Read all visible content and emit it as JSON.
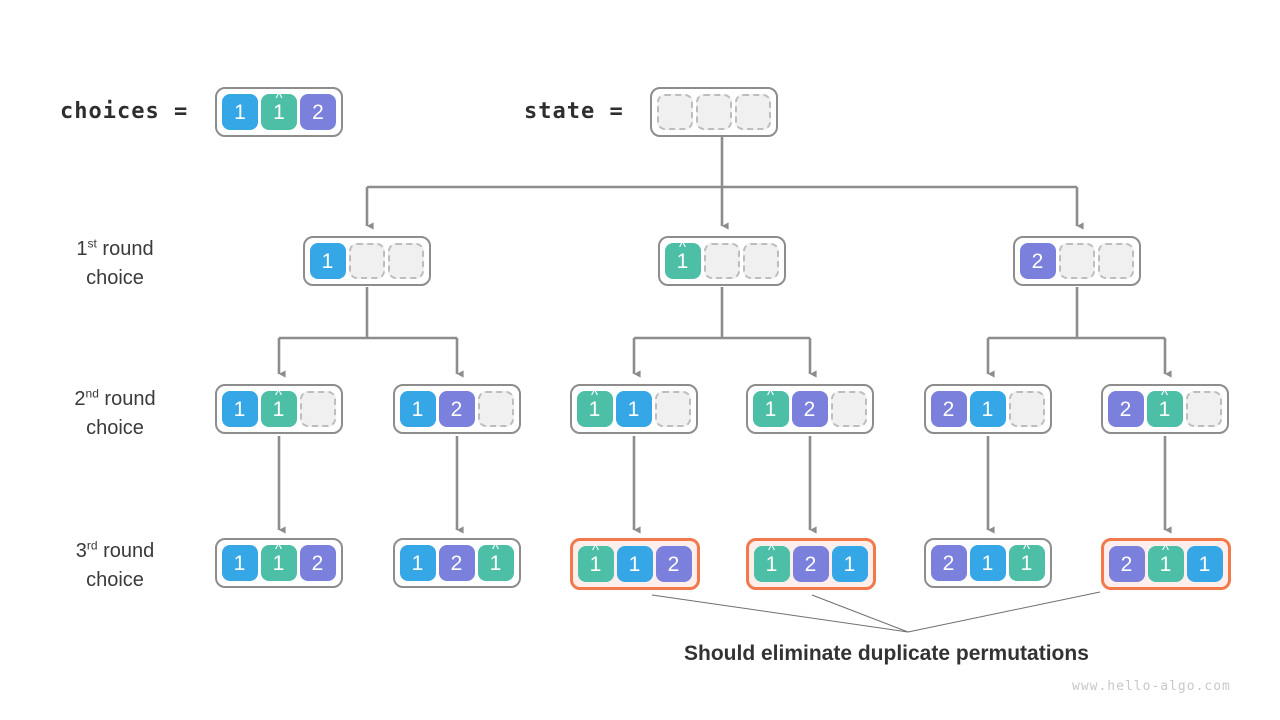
{
  "meta": {
    "colors": {
      "blue": "#36a7e6",
      "teal": "#4dbfa6",
      "purple": "#7b80dc",
      "highlight_border": "#f2794b",
      "highlight_fill": "#fdeeeb",
      "box_border": "#8d8d8d",
      "empty_fill": "#f0f0f0",
      "empty_border": "#bdbdbd",
      "wire": "#8d8d8d",
      "text": "#333333"
    }
  },
  "header": {
    "choices_label": "choices =",
    "choices_cells": [
      {
        "value": "1",
        "color": "blue",
        "hat": false
      },
      {
        "value": "1",
        "color": "teal",
        "hat": true
      },
      {
        "value": "2",
        "color": "purple",
        "hat": false
      }
    ],
    "state_label": "state =",
    "state_cells": [
      {
        "value": "",
        "color": "empty",
        "hat": false
      },
      {
        "value": "",
        "color": "empty",
        "hat": false
      },
      {
        "value": "",
        "color": "empty",
        "hat": false
      }
    ]
  },
  "rows": [
    {
      "label_line1": "1st round",
      "label_line2": "choice",
      "ordinal_number": "1",
      "ordinal_suffix": "st",
      "nodes": [
        {
          "highlight": false,
          "cells": [
            {
              "value": "1",
              "color": "blue",
              "hat": false
            },
            {
              "value": "",
              "color": "empty",
              "hat": false
            },
            {
              "value": "",
              "color": "empty",
              "hat": false
            }
          ]
        },
        {
          "highlight": false,
          "cells": [
            {
              "value": "1",
              "color": "teal",
              "hat": true
            },
            {
              "value": "",
              "color": "empty",
              "hat": false
            },
            {
              "value": "",
              "color": "empty",
              "hat": false
            }
          ]
        },
        {
          "highlight": false,
          "cells": [
            {
              "value": "2",
              "color": "purple",
              "hat": false
            },
            {
              "value": "",
              "color": "empty",
              "hat": false
            },
            {
              "value": "",
              "color": "empty",
              "hat": false
            }
          ]
        }
      ]
    },
    {
      "label_line1": "2nd round",
      "label_line2": "choice",
      "ordinal_number": "2",
      "ordinal_suffix": "nd",
      "nodes": [
        {
          "highlight": false,
          "cells": [
            {
              "value": "1",
              "color": "blue",
              "hat": false
            },
            {
              "value": "1",
              "color": "teal",
              "hat": true
            },
            {
              "value": "",
              "color": "empty",
              "hat": false
            }
          ]
        },
        {
          "highlight": false,
          "cells": [
            {
              "value": "1",
              "color": "blue",
              "hat": false
            },
            {
              "value": "2",
              "color": "purple",
              "hat": false
            },
            {
              "value": "",
              "color": "empty",
              "hat": false
            }
          ]
        },
        {
          "highlight": false,
          "cells": [
            {
              "value": "1",
              "color": "teal",
              "hat": true
            },
            {
              "value": "1",
              "color": "blue",
              "hat": false
            },
            {
              "value": "",
              "color": "empty",
              "hat": false
            }
          ]
        },
        {
          "highlight": false,
          "cells": [
            {
              "value": "1",
              "color": "teal",
              "hat": true
            },
            {
              "value": "2",
              "color": "purple",
              "hat": false
            },
            {
              "value": "",
              "color": "empty",
              "hat": false
            }
          ]
        },
        {
          "highlight": false,
          "cells": [
            {
              "value": "2",
              "color": "purple",
              "hat": false
            },
            {
              "value": "1",
              "color": "blue",
              "hat": false
            },
            {
              "value": "",
              "color": "empty",
              "hat": false
            }
          ]
        },
        {
          "highlight": false,
          "cells": [
            {
              "value": "2",
              "color": "purple",
              "hat": false
            },
            {
              "value": "1",
              "color": "teal",
              "hat": true
            },
            {
              "value": "",
              "color": "empty",
              "hat": false
            }
          ]
        }
      ]
    },
    {
      "label_line1": "3rd round",
      "label_line2": "choice",
      "ordinal_number": "3",
      "ordinal_suffix": "rd",
      "nodes": [
        {
          "highlight": false,
          "cells": [
            {
              "value": "1",
              "color": "blue",
              "hat": false
            },
            {
              "value": "1",
              "color": "teal",
              "hat": true
            },
            {
              "value": "2",
              "color": "purple",
              "hat": false
            }
          ]
        },
        {
          "highlight": false,
          "cells": [
            {
              "value": "1",
              "color": "blue",
              "hat": false
            },
            {
              "value": "2",
              "color": "purple",
              "hat": false
            },
            {
              "value": "1",
              "color": "teal",
              "hat": true
            }
          ]
        },
        {
          "highlight": true,
          "cells": [
            {
              "value": "1",
              "color": "teal",
              "hat": true
            },
            {
              "value": "1",
              "color": "blue",
              "hat": false
            },
            {
              "value": "2",
              "color": "purple",
              "hat": false
            }
          ]
        },
        {
          "highlight": true,
          "cells": [
            {
              "value": "1",
              "color": "teal",
              "hat": true
            },
            {
              "value": "2",
              "color": "purple",
              "hat": false
            },
            {
              "value": "1",
              "color": "blue",
              "hat": false
            }
          ]
        },
        {
          "highlight": false,
          "cells": [
            {
              "value": "2",
              "color": "purple",
              "hat": false
            },
            {
              "value": "1",
              "color": "blue",
              "hat": false
            },
            {
              "value": "1",
              "color": "teal",
              "hat": true
            }
          ]
        },
        {
          "highlight": true,
          "cells": [
            {
              "value": "2",
              "color": "purple",
              "hat": false
            },
            {
              "value": "1",
              "color": "teal",
              "hat": true
            },
            {
              "value": "1",
              "color": "blue",
              "hat": false
            }
          ]
        }
      ]
    }
  ],
  "caption": "Should eliminate duplicate permutations",
  "watermark": "www.hello-algo.com"
}
